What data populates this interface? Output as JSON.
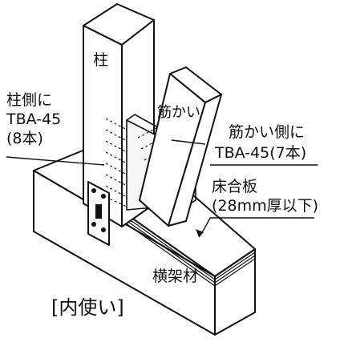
{
  "labels": {
    "post": "柱",
    "brace": "筋かい",
    "post_side_line1": "柱側に",
    "post_side_line2": "TBA-45",
    "post_side_line3": "(8本)",
    "brace_side_line1": "筋かい側に",
    "brace_side_line2": "TBA-45(7本)",
    "floor_board_line1": "床合板",
    "floor_board_line2": "(28mm厚以下)",
    "beam": "横架材",
    "caption": "[内使い]"
  }
}
